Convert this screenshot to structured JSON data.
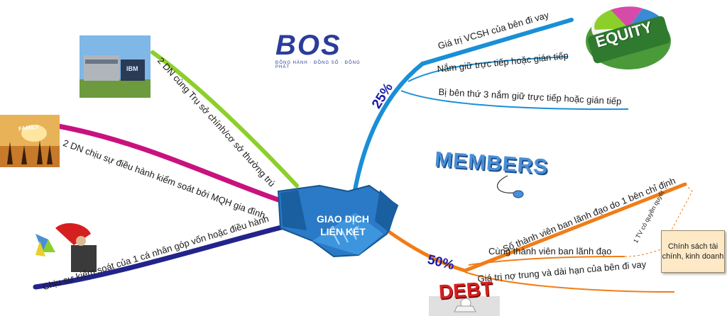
{
  "logo": {
    "name": "BOS",
    "tagline": "ĐỒNG HÀNH · ĐỒNG SỐ · ĐỒNG PHÁT"
  },
  "center": {
    "line1": "GIAO DỊCH",
    "line2": "LIÊN KẾT"
  },
  "right_top": {
    "percent": "25%",
    "items": [
      "Giá trị VCSH của bên đi vay",
      "Nắm giữ trực tiếp hoặc gián tiếp",
      "Bị bên thứ 3 nắm giữ trực tiếp hoặc gián tiếp"
    ],
    "image_word": "EQUITY"
  },
  "right_bottom": {
    "percent": "50%",
    "items": [
      "Số thành viên ban lãnh đạo do 1 bên chỉ định",
      "Cùng thành viên ban lãnh đạo",
      "Giá trị nợ trung và dài hạn của bên đi vay"
    ],
    "connector_note": "1 TV có quyền quyết",
    "note_box": "Chính sách tài chính, kinh doanh",
    "members_word": "MEMBERS",
    "debt_word": "DEBT"
  },
  "left": {
    "items": [
      "2 DN cùng Trụ sở chính/cơ sở thường trú",
      "2 DN chịu sự điều hành kiểm soát bởi MQH gia đình",
      "Chịu sự kiểm soát của 1 cá nhân góp vốn hoặc điều hành"
    ],
    "ibm_label": "IBM",
    "family_label": "FAMILY"
  },
  "colors": {
    "branch_top": "#1a8fd6",
    "branch_right_bottom": "#f07d18",
    "branch_green": "#8ccf2a",
    "branch_magenta": "#c8127e",
    "branch_navy": "#23238c",
    "percent_text": "#1a1aa8"
  }
}
